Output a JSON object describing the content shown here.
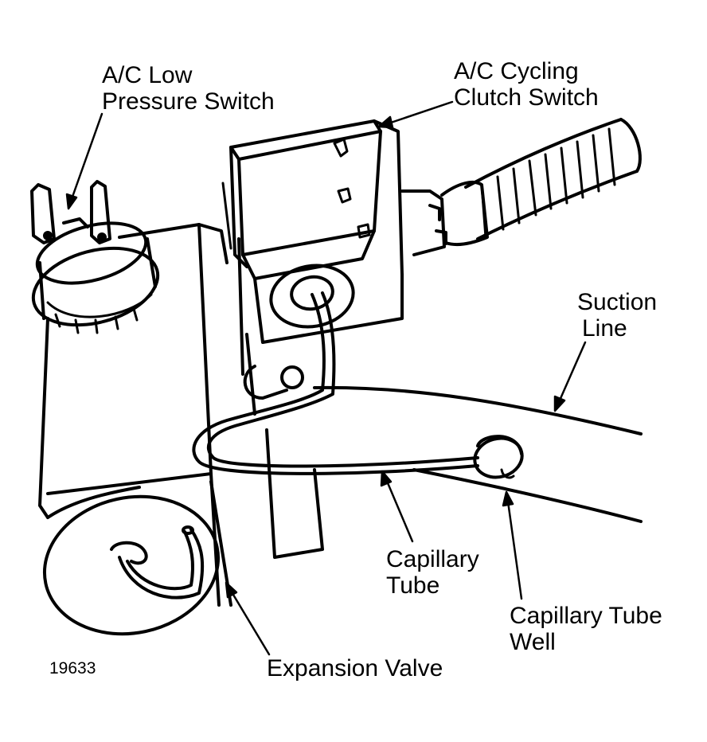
{
  "labels": {
    "low_pressure_switch": [
      "A/C Low",
      "Pressure Switch"
    ],
    "cycling_clutch_switch": [
      "A/C Cycling",
      "Clutch Switch"
    ],
    "suction_line": [
      "Suction",
      "Line"
    ],
    "capillary_tube": [
      "Capillary",
      "Tube"
    ],
    "capillary_tube_well": [
      "Capillary Tube",
      "Well"
    ],
    "expansion_valve": "Expansion Valve"
  },
  "figure_number": "19633",
  "colors": {
    "ink": "#000000",
    "paper": "#ffffff"
  }
}
